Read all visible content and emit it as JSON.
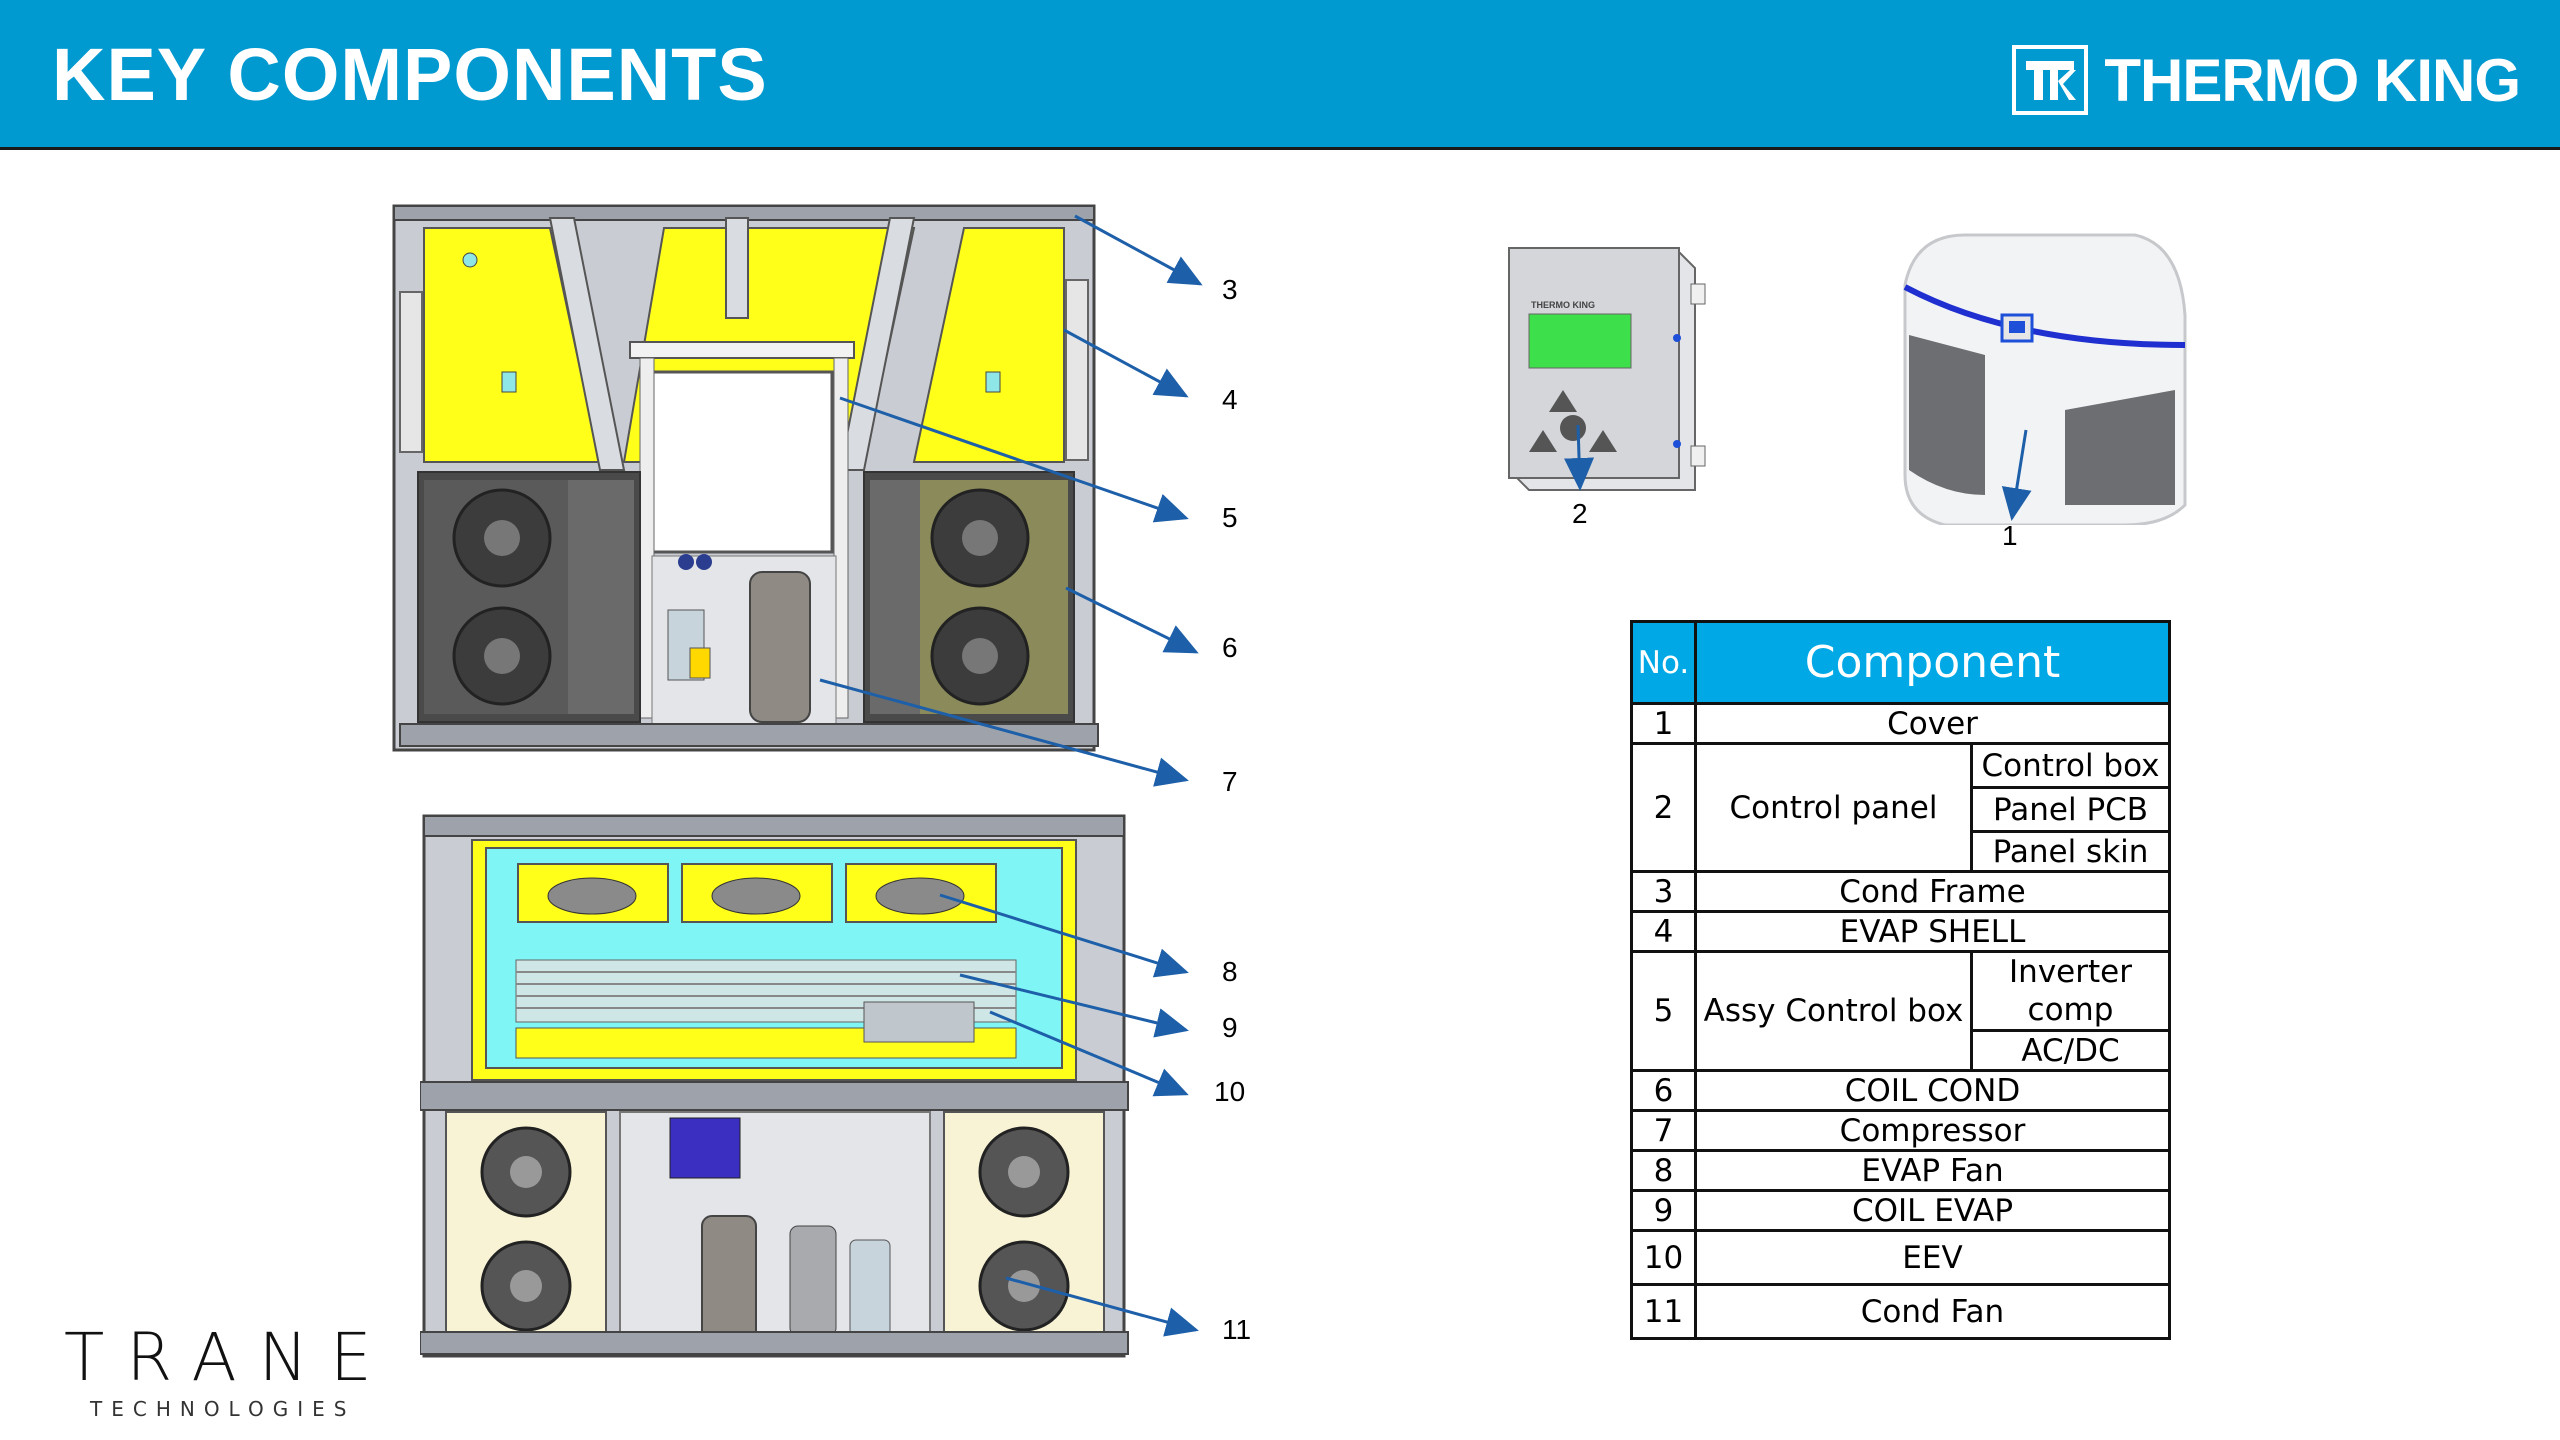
{
  "header": {
    "title": "KEY COMPONENTS",
    "brand": "THERMO KING",
    "brand_mark": "TK"
  },
  "device": {
    "label": "THERMO KING"
  },
  "callouts": [
    "3",
    "4",
    "5",
    "6",
    "7",
    "8",
    "9",
    "10",
    "11",
    "2",
    "1"
  ],
  "table": {
    "head": {
      "no": "No.",
      "component": "Component"
    },
    "rows": [
      {
        "no": "1",
        "name": "Cover"
      },
      {
        "no": "2",
        "name": "Control panel",
        "parts": [
          "Control box",
          "Panel PCB",
          "Panel skin"
        ]
      },
      {
        "no": "3",
        "name": "Cond Frame"
      },
      {
        "no": "4",
        "name": "EVAP SHELL"
      },
      {
        "no": "5",
        "name": "Assy Control box",
        "parts": [
          "Inverter comp",
          "AC/DC"
        ]
      },
      {
        "no": "6",
        "name": "COIL COND"
      },
      {
        "no": "7",
        "name": "Compressor"
      },
      {
        "no": "8",
        "name": "EVAP Fan"
      },
      {
        "no": "9",
        "name": "COIL EVAP"
      },
      {
        "no": "10",
        "name": "EEV"
      },
      {
        "no": "11",
        "name": "Cond Fan"
      }
    ]
  },
  "footer": {
    "brand": "TRANE",
    "sub": "TECHNOLOGIES"
  },
  "colors": {
    "header": "#0099d0",
    "frame_yellow": "#ffff1a",
    "evap_cyan": "#7ff5f5",
    "coil_grey": "#4a4a4a",
    "arrow": "#1d5fa8",
    "table_header": "#00a9e6"
  }
}
